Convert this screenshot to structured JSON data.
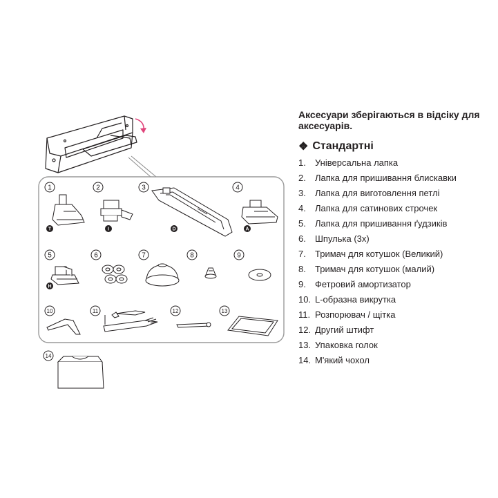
{
  "heading": "Аксесуари зберігаються в відсіку для аксесуарів.",
  "subheading": "Стандартні",
  "subheading_icon": "four-diamond-bullet-icon",
  "items": [
    {
      "num": "1.",
      "label": "Універсальна лапка"
    },
    {
      "num": "2.",
      "label": "Лапка для пришивання блискавки"
    },
    {
      "num": "3.",
      "label": "Лапка для виготовлення петлі"
    },
    {
      "num": "4.",
      "label": "Лапка для сатинових строчек"
    },
    {
      "num": "5.",
      "label": "Лапка для пришивання ґудзиків"
    },
    {
      "num": "6.",
      "label": "Шпулька (3х)"
    },
    {
      "num": "7.",
      "label": "Тримач для котушок (Великий)"
    },
    {
      "num": "8.",
      "label": "Тримач для котушок (малий)"
    },
    {
      "num": "9.",
      "label": "Фетровий амортизатор"
    },
    {
      "num": "10.",
      "label": "L-образна викрутка"
    },
    {
      "num": "11.",
      "label": "Розпорювач / щітка"
    },
    {
      "num": "12.",
      "label": "Другий штифт"
    },
    {
      "num": "13.",
      "label": "Упаковка голок"
    },
    {
      "num": "14.",
      "label": "М'який чохол"
    }
  ],
  "figure": {
    "callouts": [
      "1",
      "2",
      "3",
      "4",
      "5",
      "6",
      "7",
      "8",
      "9",
      "10",
      "11",
      "12",
      "13",
      "14"
    ],
    "foot_letters": [
      "T",
      "I",
      "D",
      "A",
      "H"
    ],
    "arrow_color": "#e0457b"
  }
}
